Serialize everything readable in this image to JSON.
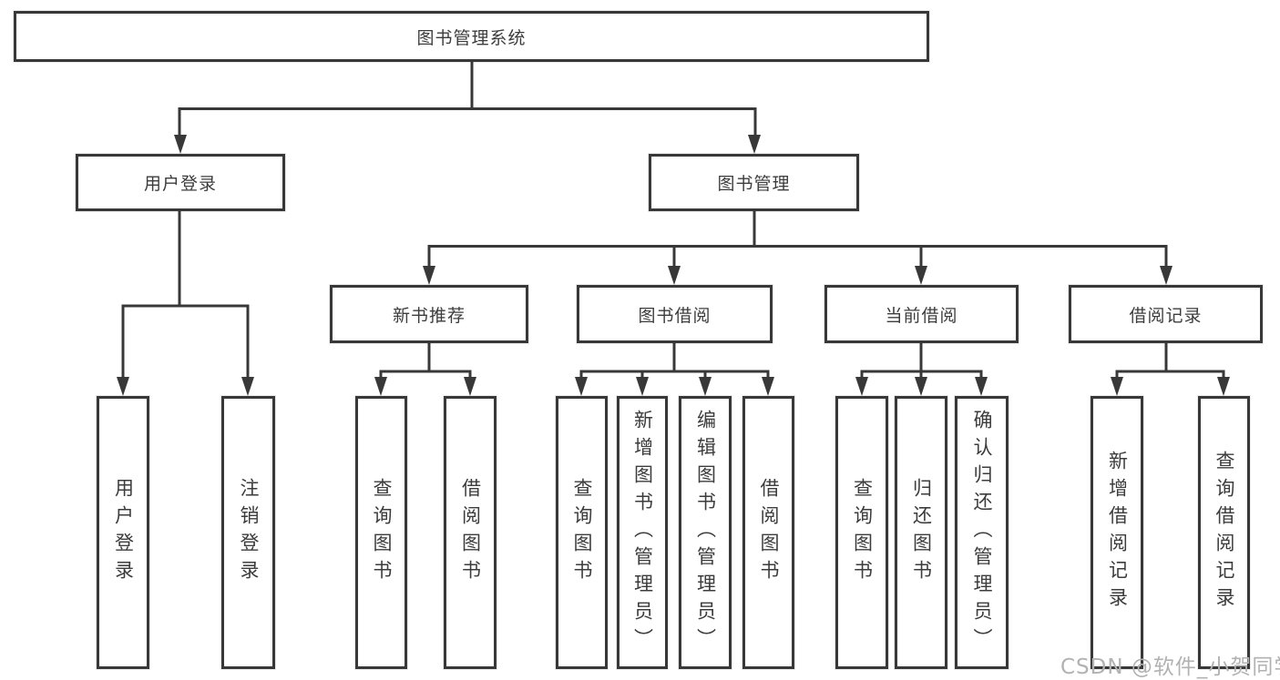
{
  "nodes": {
    "root": "图书管理系统",
    "user_login": "用户登录",
    "book_management": "图书管理",
    "new_book_recommend": "新书推荐",
    "book_borrowing": "图书借阅",
    "current_borrowing": "当前借阅",
    "borrowing_records": "借阅记录"
  },
  "leaves": {
    "user_login": [
      "用户登录",
      "注销登录"
    ],
    "new_book_recommend": [
      "查询图书",
      "借阅图书"
    ],
    "book_borrowing": [
      "查询图书",
      "新增图书（管理员）",
      "编辑图书（管理员）",
      "借阅图书"
    ],
    "current_borrowing": [
      "查询图书",
      "归还图书",
      "确认归还（管理员）"
    ],
    "borrowing_records": [
      "新增借阅记录",
      "查询借阅记录"
    ]
  },
  "watermark": "CSDN @软件_小贺同学",
  "colors": {
    "line": "#383838",
    "text": "#3c3c3c",
    "watermark": "#b2b2b2",
    "background": "#ffffff"
  }
}
